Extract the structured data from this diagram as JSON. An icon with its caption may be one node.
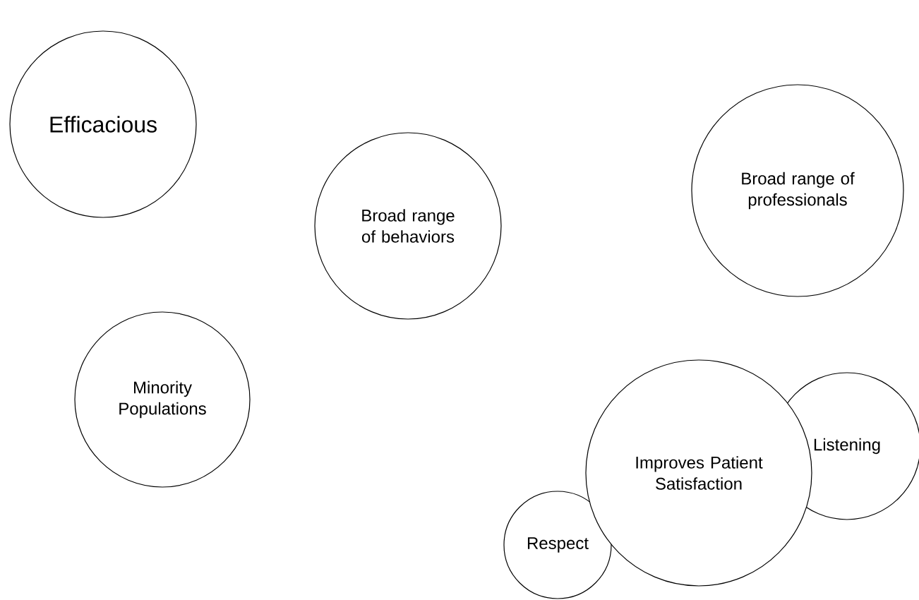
{
  "diagram": {
    "nodes": [
      {
        "text": [
          "Efficacious"
        ]
      },
      {
        "text": [
          "Broad range of behaviors"
        ]
      },
      {
        "text": [
          "Broad range of professionals"
        ]
      },
      {
        "text": [
          "Minority Populations"
        ]
      },
      {
        "text": [
          "Improves Patient Satisfaction"
        ]
      },
      {
        "text": [
          "Listening"
        ]
      },
      {
        "text": [
          "Respect"
        ]
      }
    ]
  }
}
